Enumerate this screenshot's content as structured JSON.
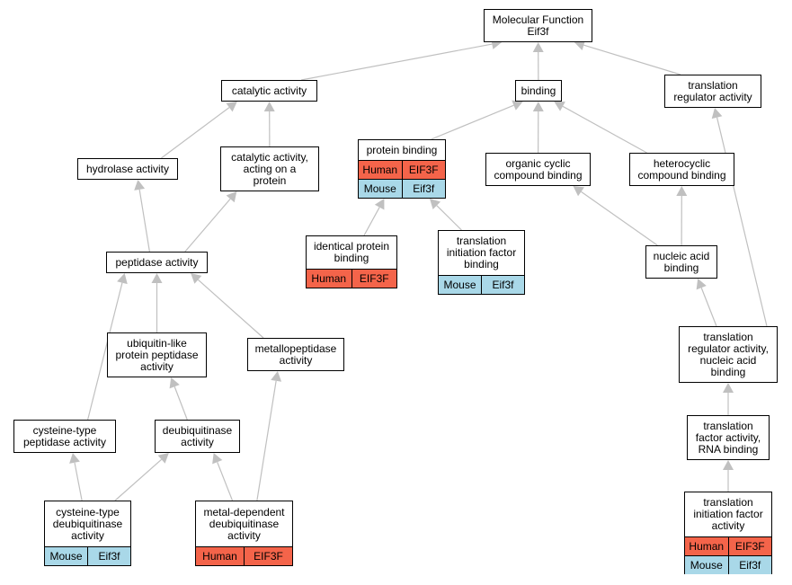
{
  "colors": {
    "edge": "#c0c0c0",
    "human": "#f4644a",
    "mouse": "#a9d8e8"
  },
  "nodes": {
    "root": {
      "title": "Molecular Function\nEif3f"
    },
    "catalytic": {
      "title": "catalytic activity"
    },
    "binding": {
      "title": "binding"
    },
    "translation_regulator": {
      "title": "translation\nregulator activity"
    },
    "hydrolase": {
      "title": "hydrolase activity"
    },
    "catalytic_protein": {
      "title": "catalytic activity,\nacting on a\nprotein"
    },
    "protein_binding": {
      "title": "protein binding",
      "human_label": "Human",
      "human_value": "EIF3F",
      "mouse_label": "Mouse",
      "mouse_value": "Eif3f"
    },
    "organic_cyclic": {
      "title": "organic cyclic\ncompound binding"
    },
    "heterocyclic": {
      "title": "heterocyclic\ncompound binding"
    },
    "identical_protein": {
      "title": "identical protein\nbinding",
      "human_label": "Human",
      "human_value": "EIF3F"
    },
    "translation_init_factor_binding": {
      "title": "translation\ninitiation factor\nbinding",
      "mouse_label": "Mouse",
      "mouse_value": "Eif3f"
    },
    "peptidase": {
      "title": "peptidase activity"
    },
    "nucleic_acid": {
      "title": "nucleic acid\nbinding"
    },
    "ubiquitin_like": {
      "title": "ubiquitin-like\nprotein peptidase\nactivity"
    },
    "metallopeptidase": {
      "title": "metallopeptidase\nactivity"
    },
    "tr_nucleic": {
      "title": "translation\nregulator activity,\nnucleic acid\nbinding"
    },
    "cysteine_peptidase": {
      "title": "cysteine-type\npeptidase activity"
    },
    "deubiquitinase": {
      "title": "deubiquitinase\nactivity"
    },
    "tf_rna": {
      "title": "translation\nfactor activity,\nRNA binding"
    },
    "cysteine_deubiq": {
      "title": "cysteine-type\ndeubiquitinase\nactivity",
      "mouse_label": "Mouse",
      "mouse_value": "Eif3f"
    },
    "metal_deubiq": {
      "title": "metal-dependent\ndeubiquitinase\nactivity",
      "human_label": "Human",
      "human_value": "EIF3F"
    },
    "tif_activity": {
      "title": "translation\ninitiation factor\nactivity",
      "human_label": "Human",
      "human_value": "EIF3F",
      "mouse_label": "Mouse",
      "mouse_value": "Eif3f"
    }
  },
  "edges": [
    [
      "catalytic",
      "root"
    ],
    [
      "binding",
      "root"
    ],
    [
      "translation_regulator",
      "root"
    ],
    [
      "hydrolase",
      "catalytic"
    ],
    [
      "catalytic_protein",
      "catalytic"
    ],
    [
      "protein_binding",
      "binding"
    ],
    [
      "organic_cyclic",
      "binding"
    ],
    [
      "heterocyclic",
      "binding"
    ],
    [
      "identical_protein",
      "protein_binding"
    ],
    [
      "translation_init_factor_binding",
      "protein_binding"
    ],
    [
      "peptidase",
      "hydrolase"
    ],
    [
      "peptidase",
      "catalytic_protein"
    ],
    [
      "nucleic_acid",
      "organic_cyclic"
    ],
    [
      "nucleic_acid",
      "heterocyclic"
    ],
    [
      "ubiquitin_like",
      "peptidase"
    ],
    [
      "metallopeptidase",
      "peptidase"
    ],
    [
      "cysteine_peptidase",
      "peptidase"
    ],
    [
      "tr_nucleic",
      "nucleic_acid"
    ],
    [
      "tr_nucleic",
      "translation_regulator"
    ],
    [
      "deubiquitinase",
      "ubiquitin_like"
    ],
    [
      "cysteine_deubiq",
      "cysteine_peptidase"
    ],
    [
      "cysteine_deubiq",
      "deubiquitinase"
    ],
    [
      "metal_deubiq",
      "deubiquitinase"
    ],
    [
      "metal_deubiq",
      "metallopeptidase"
    ],
    [
      "tf_rna",
      "tr_nucleic"
    ],
    [
      "tif_activity",
      "tf_rna"
    ]
  ]
}
